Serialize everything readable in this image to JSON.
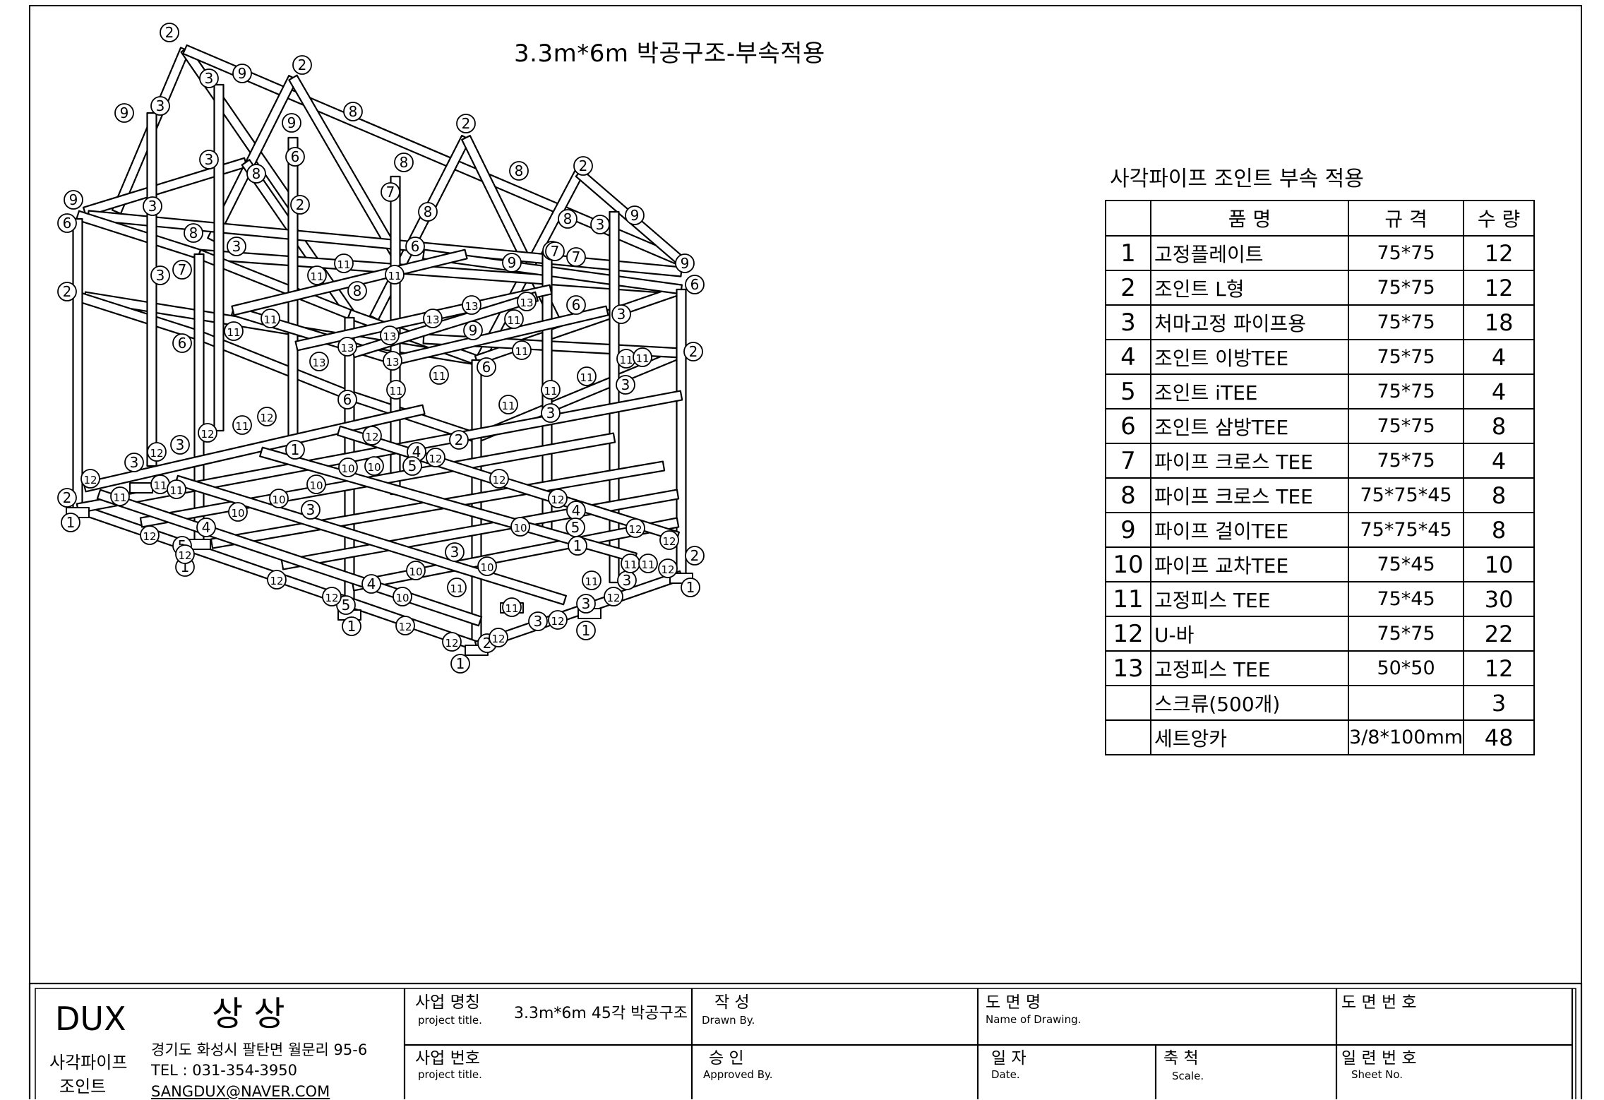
{
  "drawing_title": "3.3m*6m 박공구조-부속적용",
  "bom": {
    "title": "사각파이프 조인트 부속 적용",
    "header": {
      "name": "품        명",
      "spec": "규    격",
      "qty": "수  량"
    },
    "rows": [
      {
        "no": "1",
        "name": "고정플레이트",
        "spec": "75*75",
        "qty": "12"
      },
      {
        "no": "2",
        "name": "조인트 L형",
        "spec": "75*75",
        "qty": "12"
      },
      {
        "no": "3",
        "name": "처마고정 파이프용",
        "spec": "75*75",
        "qty": "18"
      },
      {
        "no": "4",
        "name": "조인트 이방TEE",
        "spec": "75*75",
        "qty": "4"
      },
      {
        "no": "5",
        "name": "조인트 iTEE",
        "spec": "75*75",
        "qty": "4"
      },
      {
        "no": "6",
        "name": "조인트 삼방TEE",
        "spec": "75*75",
        "qty": "8"
      },
      {
        "no": "7",
        "name": "파이프 크로스 TEE",
        "spec": "75*75",
        "qty": "4"
      },
      {
        "no": "8",
        "name": "파이프 크로스 TEE",
        "spec": "75*75*45",
        "qty": "8"
      },
      {
        "no": "9",
        "name": "파이프 걸이TEE",
        "spec": "75*75*45",
        "qty": "8"
      },
      {
        "no": "10",
        "name": "파이프 교차TEE",
        "spec": "75*45",
        "qty": "10"
      },
      {
        "no": "11",
        "name": "고정피스 TEE",
        "spec": "75*45",
        "qty": "30"
      },
      {
        "no": "12",
        "name": "U-바",
        "spec": "75*75",
        "qty": "22"
      },
      {
        "no": "13",
        "name": "고정피스 TEE",
        "spec": "50*50",
        "qty": "12"
      },
      {
        "no": "",
        "name": "스크류(500개)",
        "spec": "",
        "qty": "3"
      },
      {
        "no": "",
        "name": "세트앙카",
        "spec": "3/8*100mm",
        "qty": "48"
      }
    ]
  },
  "title_block": {
    "company_logo": "DUX",
    "company_name": "상 상",
    "company_type_1": "사각파이프",
    "company_type_2": "조인트",
    "address": "경기도 화성시 팔탄면 월문리 95-6",
    "tel": "TEL : 031-354-3950",
    "email": "SANGDUX@NAVER.COM",
    "project_name_label": "사업 명칭",
    "project_name_label_en": "project title.",
    "project_name_value": "3.3m*6m 45각 박공구조",
    "project_no_label": "사업 번호",
    "project_no_label_en": "project title.",
    "drawn_label": "작  성",
    "drawn_label_en": "Drawn By.",
    "approved_label": "승  인",
    "approved_label_en": "Approved By.",
    "drawing_name_label": "도 면 명",
    "drawing_name_label_en": "Name of Drawing.",
    "date_label": "일  자",
    "date_label_en": "Date.",
    "scale_label": "축  척",
    "scale_label_en": "Scale.",
    "drawing_no_label": "도 면 번 호",
    "sheet_no_label": "일 련 번 호",
    "sheet_no_label_en": "Sheet No."
  },
  "callouts": [
    "1",
    "2",
    "3",
    "4",
    "5",
    "6",
    "7",
    "8",
    "9",
    "10",
    "11",
    "12",
    "13"
  ]
}
